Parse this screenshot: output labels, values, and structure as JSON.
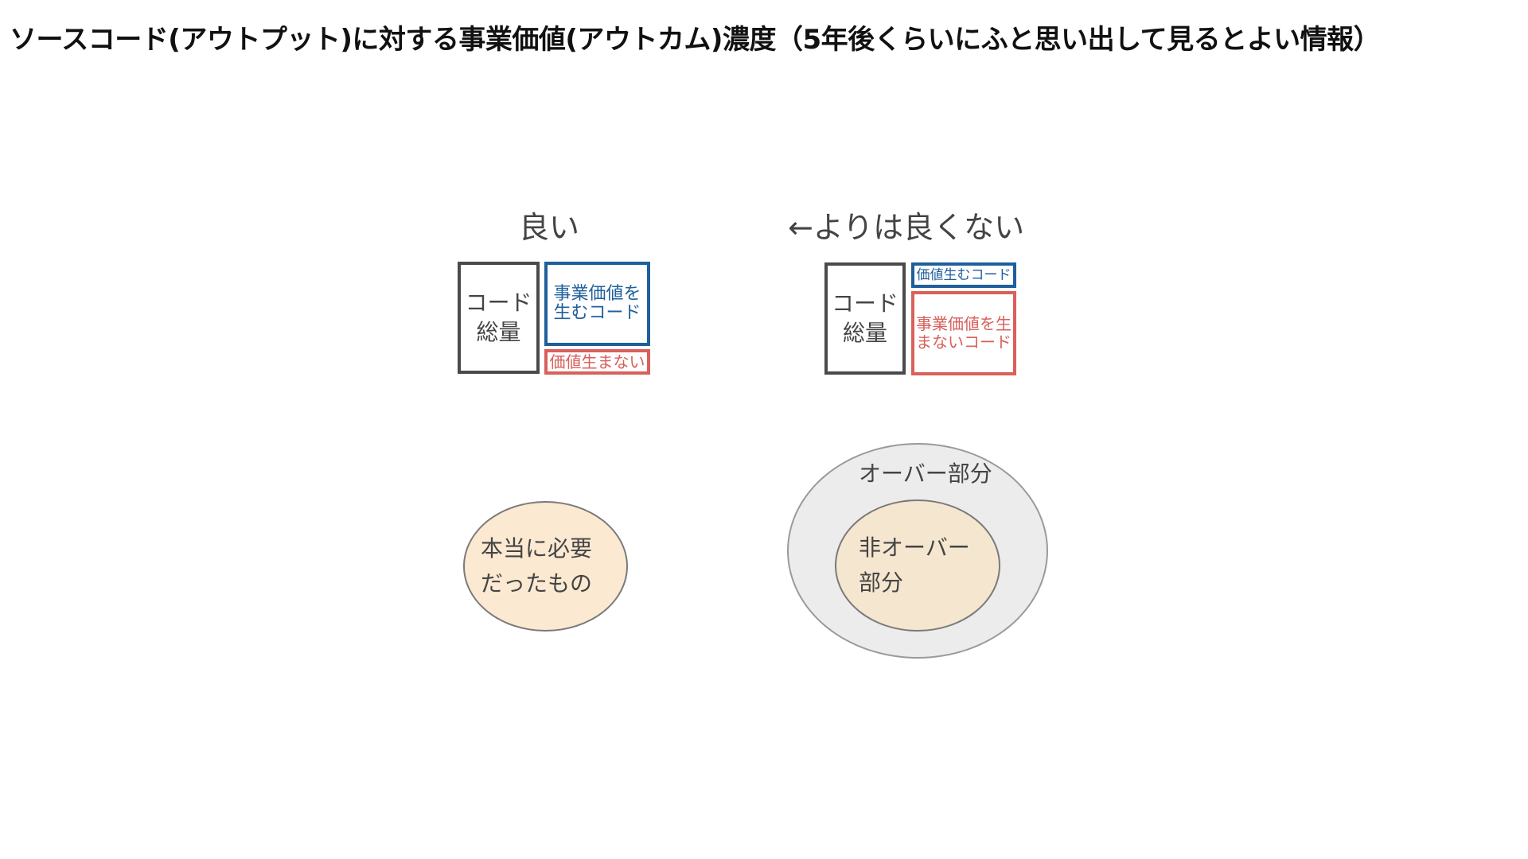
{
  "title": "ソースコード(アウトプット)に対する事業価値(アウトカム)濃度（5年後くらいにふと思い出して見るとよい情報）",
  "left": {
    "heading": "良い",
    "total_box": "コード\n総量",
    "value_box": "事業価値を\n生むコード",
    "no_value_box": "価値生まない",
    "ellipse_label": "本当に必要\nだったもの"
  },
  "right": {
    "heading": "←よりは良くない",
    "total_box": "コード\n総量",
    "value_box": "価値生むコード",
    "no_value_box": "事業価値を生\nまないコード",
    "outer_label": "オーバー部分",
    "inner_label": "非オーバー\n部分"
  },
  "colors": {
    "value_border": "#1f5f9c",
    "no_value_border": "#d9605b",
    "total_border": "#4a4a4a"
  }
}
